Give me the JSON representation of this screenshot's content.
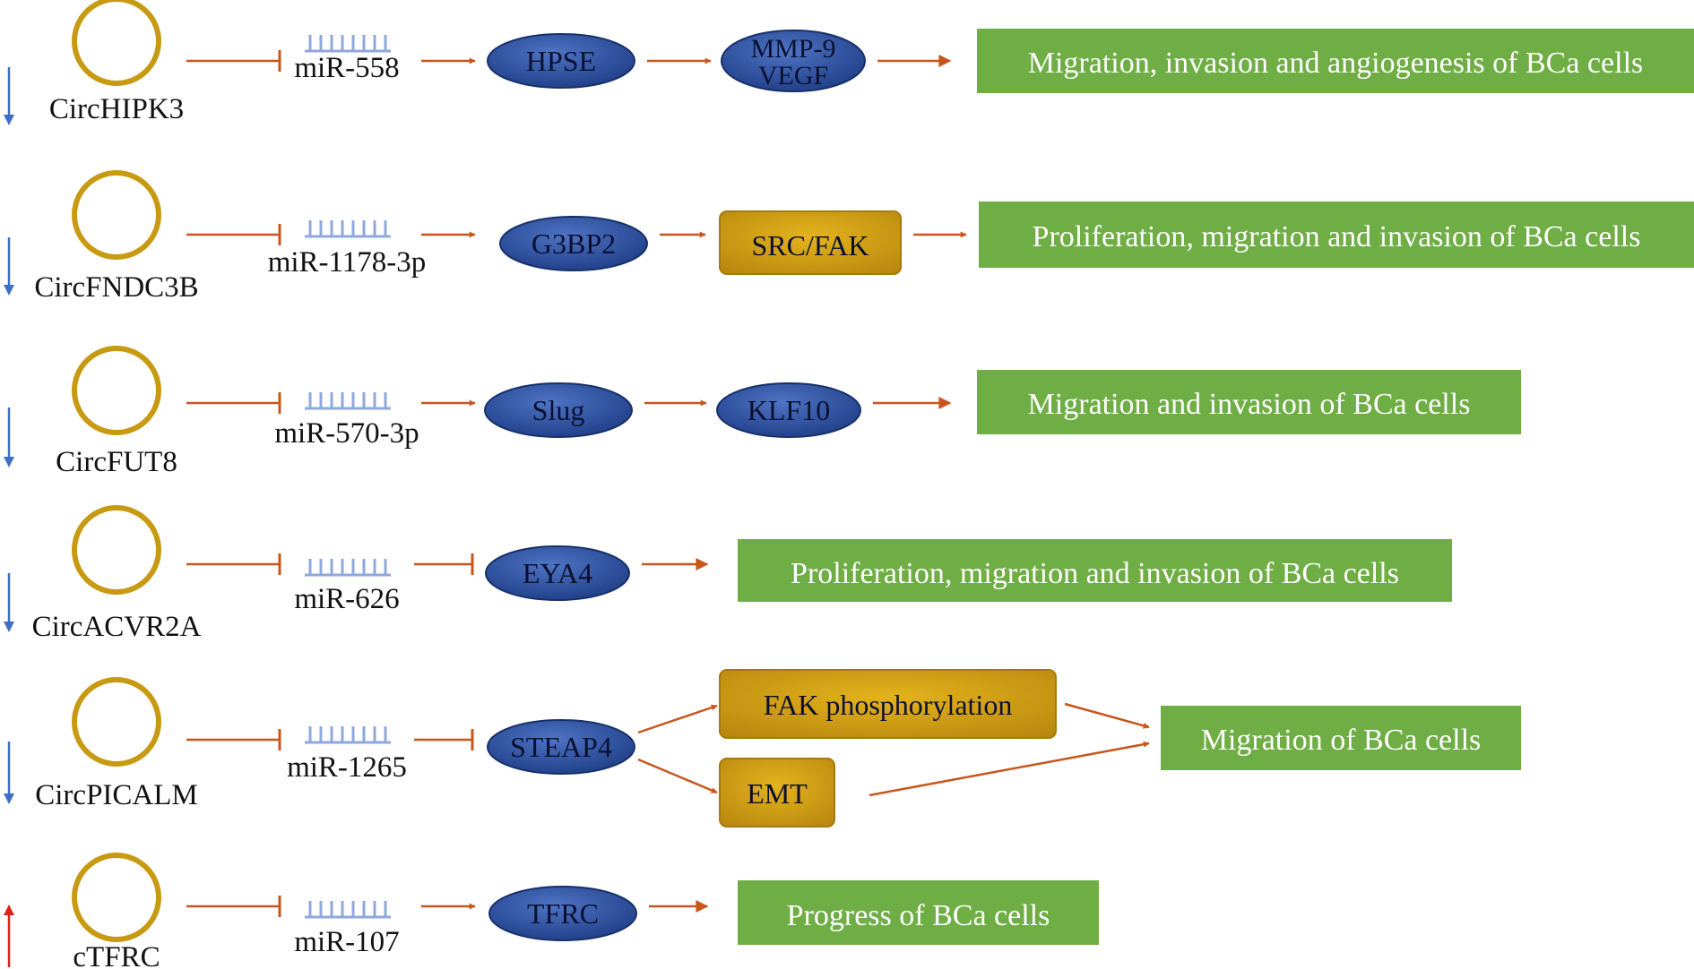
{
  "colors": {
    "circle": "#c89a12",
    "arrow": "#c8561c",
    "down_indicator": "#3f6fc4",
    "up_indicator": "#e0201c",
    "mirna_glyph": "#8fa9dc",
    "blue_node": "#2c4d9c",
    "gold_box": "#c89a12",
    "green_box": "#6fad45"
  },
  "icons": {
    "circrna": "ring-icon",
    "mirna": "comb-icon",
    "down": "down-arrow-icon",
    "up": "up-arrow-icon"
  },
  "pathways": [
    {
      "circ": "CircHIPK3",
      "direction": "down",
      "mirna": "miR-558",
      "target": "HPSE",
      "target_link": "activate",
      "mediators": [
        "MMP-9\nVEGF"
      ],
      "mediator_style": "oval",
      "outcome": "Migration, invasion and angiogenesis of BCa cells"
    },
    {
      "circ": "CircFNDC3B",
      "direction": "down",
      "mirna": "miR-1178-3p",
      "target": "G3BP2",
      "target_link": "activate",
      "mediators": [
        "SRC/FAK"
      ],
      "mediator_style": "box",
      "outcome": "Proliferation, migration and invasion of BCa cells"
    },
    {
      "circ": "CircFUT8",
      "direction": "down",
      "mirna": "miR-570-3p",
      "target": "Slug",
      "target_link": "activate",
      "mediators": [
        "KLF10"
      ],
      "mediator_style": "oval",
      "outcome": "Migration and invasion of BCa cells"
    },
    {
      "circ": "CircACVR2A",
      "direction": "down",
      "mirna": "miR-626",
      "target": "EYA4",
      "target_link": "inhibit",
      "mediators": [],
      "mediator_style": "none",
      "outcome": "Proliferation, migration and invasion of BCa cells"
    },
    {
      "circ": "CircPICALM",
      "direction": "down",
      "mirna": "miR-1265",
      "target": "STEAP4",
      "target_link": "inhibit",
      "mediators": [
        "FAK phosphorylation",
        "EMT"
      ],
      "mediator_style": "box",
      "outcome": "Migration of BCa cells"
    },
    {
      "circ": "cTFRC",
      "direction": "up",
      "mirna": "miR-107",
      "target": "TFRC",
      "target_link": "activate",
      "mediators": [],
      "mediator_style": "none",
      "outcome": "Progress of BCa cells"
    }
  ]
}
